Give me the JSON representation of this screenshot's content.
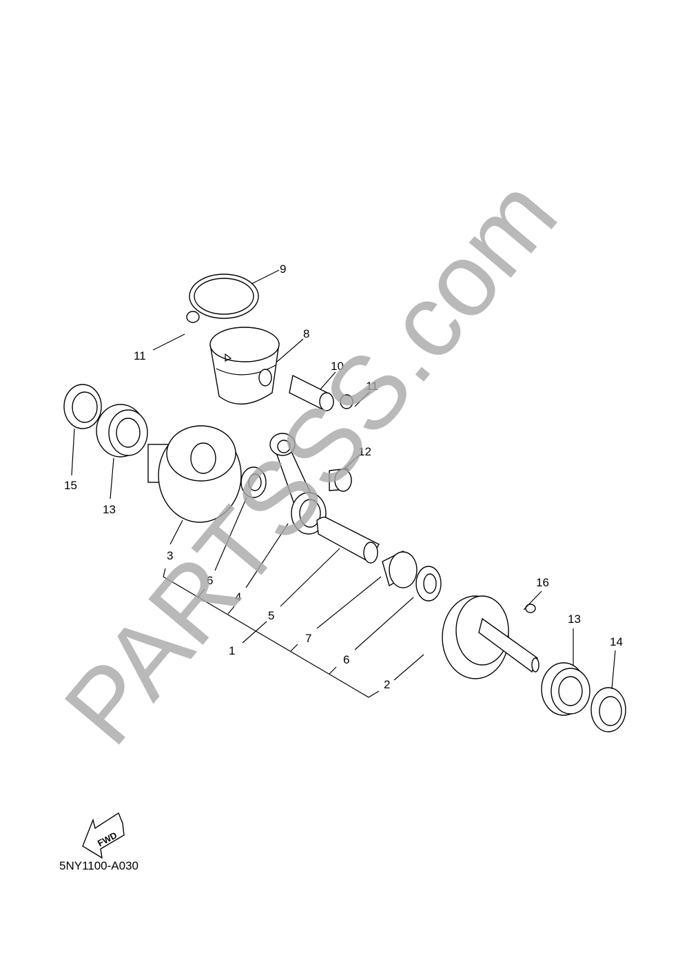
{
  "diagram_code": "5NY1100-A030",
  "fwd_label": "FWD",
  "watermark": "PARTSSS.com",
  "callouts": [
    {
      "part": "9"
    },
    {
      "part": "11"
    },
    {
      "part": "8"
    },
    {
      "part": "10"
    },
    {
      "part": "11"
    },
    {
      "part": "12"
    },
    {
      "part": "15"
    },
    {
      "part": "13"
    },
    {
      "part": "3"
    },
    {
      "part": "6"
    },
    {
      "part": "4"
    },
    {
      "part": "5"
    },
    {
      "part": "1"
    },
    {
      "part": "7"
    },
    {
      "part": "6"
    },
    {
      "part": "2"
    },
    {
      "part": "16"
    },
    {
      "part": "13"
    },
    {
      "part": "14"
    }
  ]
}
